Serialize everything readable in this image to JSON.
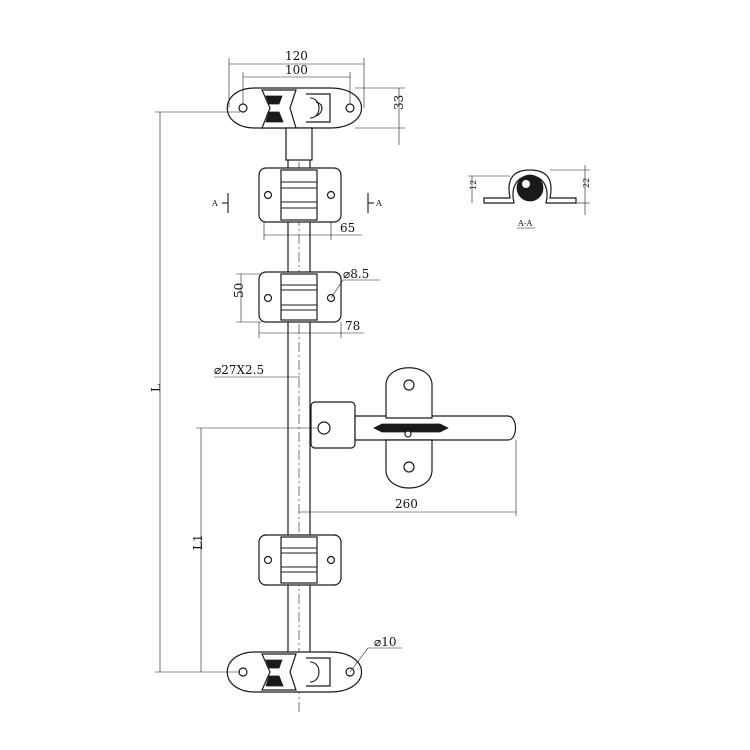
{
  "dimensions": {
    "top_outer_width": "120",
    "top_inner_width": "100",
    "top_height": "33",
    "bracket_width": "65",
    "bracket_height": "50",
    "bracket_outer_width": "78",
    "bracket_hole": "⌀8.5",
    "rod_size": "⌀27X2.5",
    "handle_length": "260",
    "bottom_hole": "⌀10",
    "total_length": "L",
    "lower_length": "L1"
  },
  "section": {
    "marker": "A",
    "label": "A-A",
    "height_left": "12",
    "height_right": "22"
  },
  "colors": {
    "line": "#1a1a1a",
    "background": "#ffffff"
  }
}
